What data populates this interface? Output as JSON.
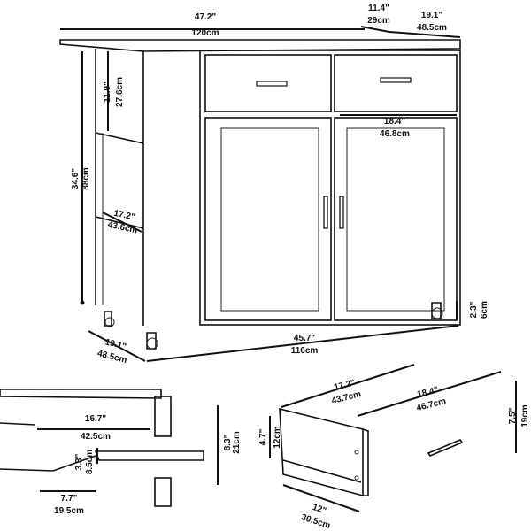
{
  "dimensions": {
    "width_in": "47.2\"",
    "width_cm": "120cm",
    "shelfdepth_in": "11.4\"",
    "shelfdepth_cm": "29cm",
    "depth_in": "19.1\"",
    "depth_cm": "48.5cm",
    "shelfh_in": "11.9\"",
    "shelfh_cm": "27.6cm",
    "height_in": "34.6\"",
    "height_cm": "88cm",
    "inner_in": "17.2\"",
    "inner_cm": "43.6cm",
    "door_in": "18.4\"",
    "door_cm": "46.8cm",
    "leg_in": "2.3\"",
    "leg_cm": "6cm",
    "base_in": "45.7\"",
    "base_cm": "116cm",
    "sidedepth_in": "19.1\"",
    "sidedepth_cm": "48.5cm",
    "shelfw_in": "16.7\"",
    "shelfw_cm": "42.5cm",
    "shelfgap_in": "3.3\"",
    "shelfgap_cm": "8.5cm",
    "shelfsep_in": "8.3\"",
    "shelfsep_cm": "21cm",
    "shelfd_in": "7.7\"",
    "shelfd_cm": "19.5cm",
    "drawerlen_in": "17.2\"",
    "drawerlen_cm": "43.7cm",
    "drawerw_in": "18.4\"",
    "drawerw_cm": "46.7cm",
    "drawerh_in": "7.5\"",
    "drawerh_cm": "19cm",
    "drawerside_in": "4.7\"",
    "drawerside_cm": "12cm",
    "drawerback_in": "12\"",
    "drawerback_cm": "30.5cm"
  }
}
